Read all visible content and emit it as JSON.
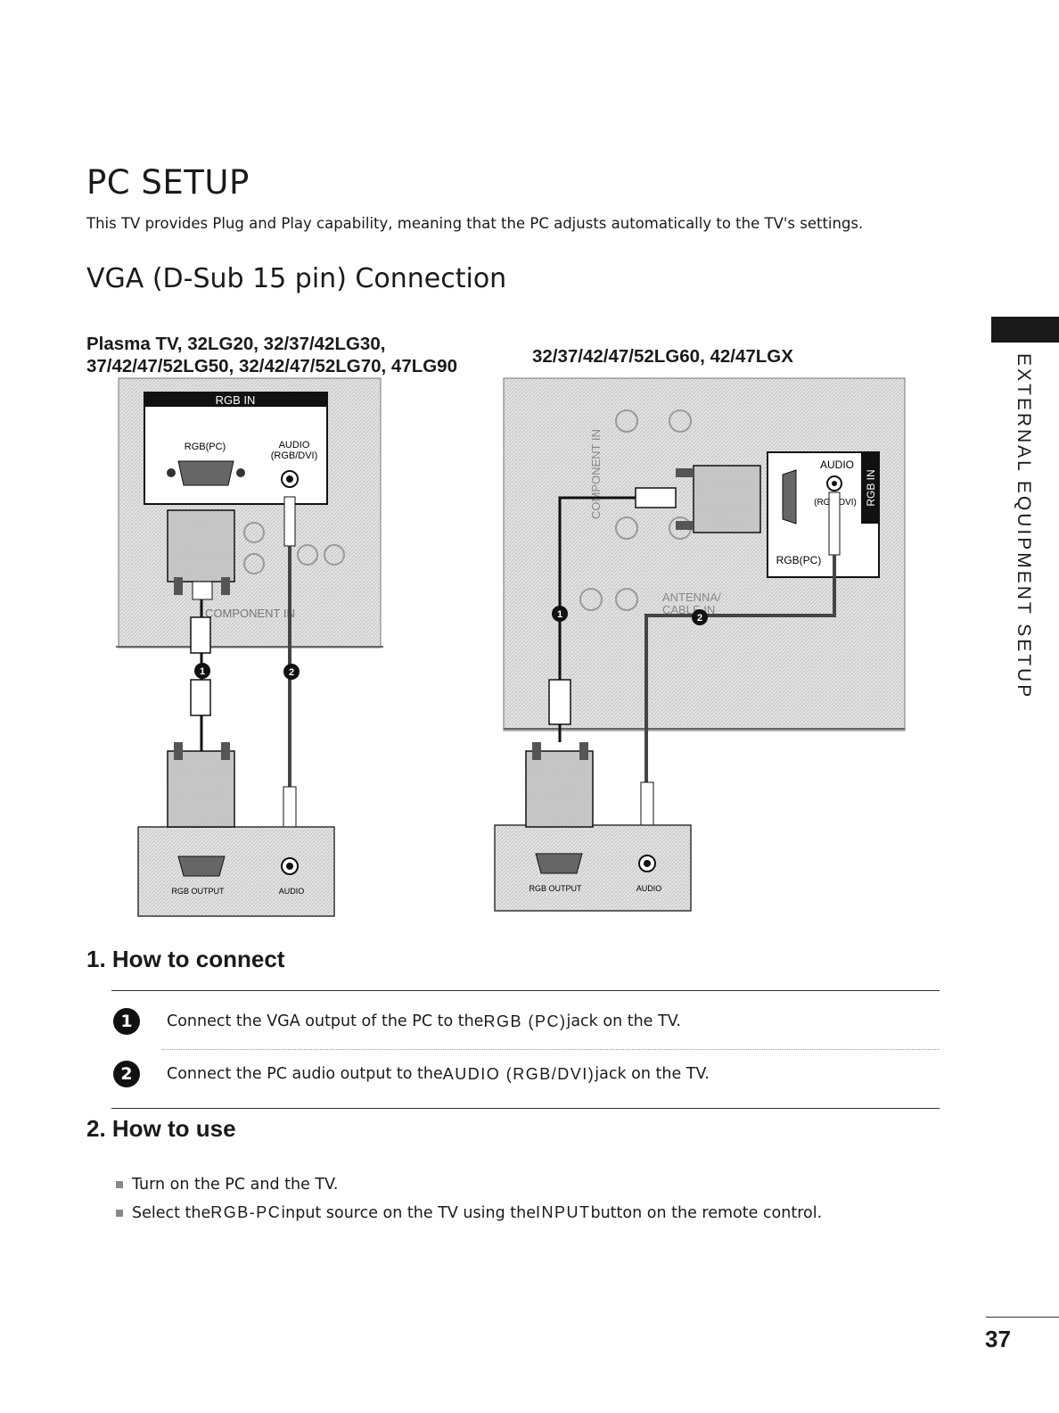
{
  "title": "PC SETUP",
  "intro": "This TV provides Plug and Play capability, meaning that the PC adjusts automatically to the TV's settings.",
  "subtitle": "VGA (D-Sub 15 pin) Connection",
  "models": {
    "left_line1": "Plasma TV, 32LG20, 32/37/42LG30,",
    "left_line2": "37/42/47/52LG50, 32/42/47/52LG70, 47LG90",
    "right": "32/37/42/47/52LG60, 42/47LGX"
  },
  "diagram_left": {
    "rgb_in": "RGB IN",
    "rgb_pc": "RGB(PC)",
    "audio": "AUDIO",
    "audio_sub": "(RGB/DVI)",
    "component": "COMPONENT IN",
    "rgb_output": "RGB OUTPUT",
    "pc_audio": "AUDIO"
  },
  "diagram_right": {
    "rgb_in": "RGB IN",
    "audio": "AUDIO",
    "audio_sub": "(RGB/DVI)",
    "rgb_pc": "RGB(PC)",
    "antenna_line1": "ANTENNA/",
    "antenna_line2": "CABLE IN",
    "component": "COMPONENT IN",
    "rgb_output": "RGB OUTPUT",
    "pc_audio": "AUDIO"
  },
  "how_to_connect": {
    "heading": "1. How to connect",
    "steps": [
      {
        "num": "1",
        "pre": "Connect the VGA output of the PC to the ",
        "kw": "RGB (PC)",
        "post": " jack on the TV."
      },
      {
        "num": "2",
        "pre": "Connect the PC audio output to the ",
        "kw": "AUDIO (RGB/DVI)",
        "post": " jack on the TV."
      }
    ]
  },
  "how_to_use": {
    "heading": "2. How to use",
    "item1": "Turn on the PC and the TV.",
    "item2_pre": "Select the ",
    "item2_kw1": "RGB-PC",
    "item2_mid": " input source on the TV using the ",
    "item2_kw2": "INPUT",
    "item2_post": " button on the remote control."
  },
  "side_tab_label": "EXTERNAL EQUIPMENT SETUP",
  "page_number": "37"
}
